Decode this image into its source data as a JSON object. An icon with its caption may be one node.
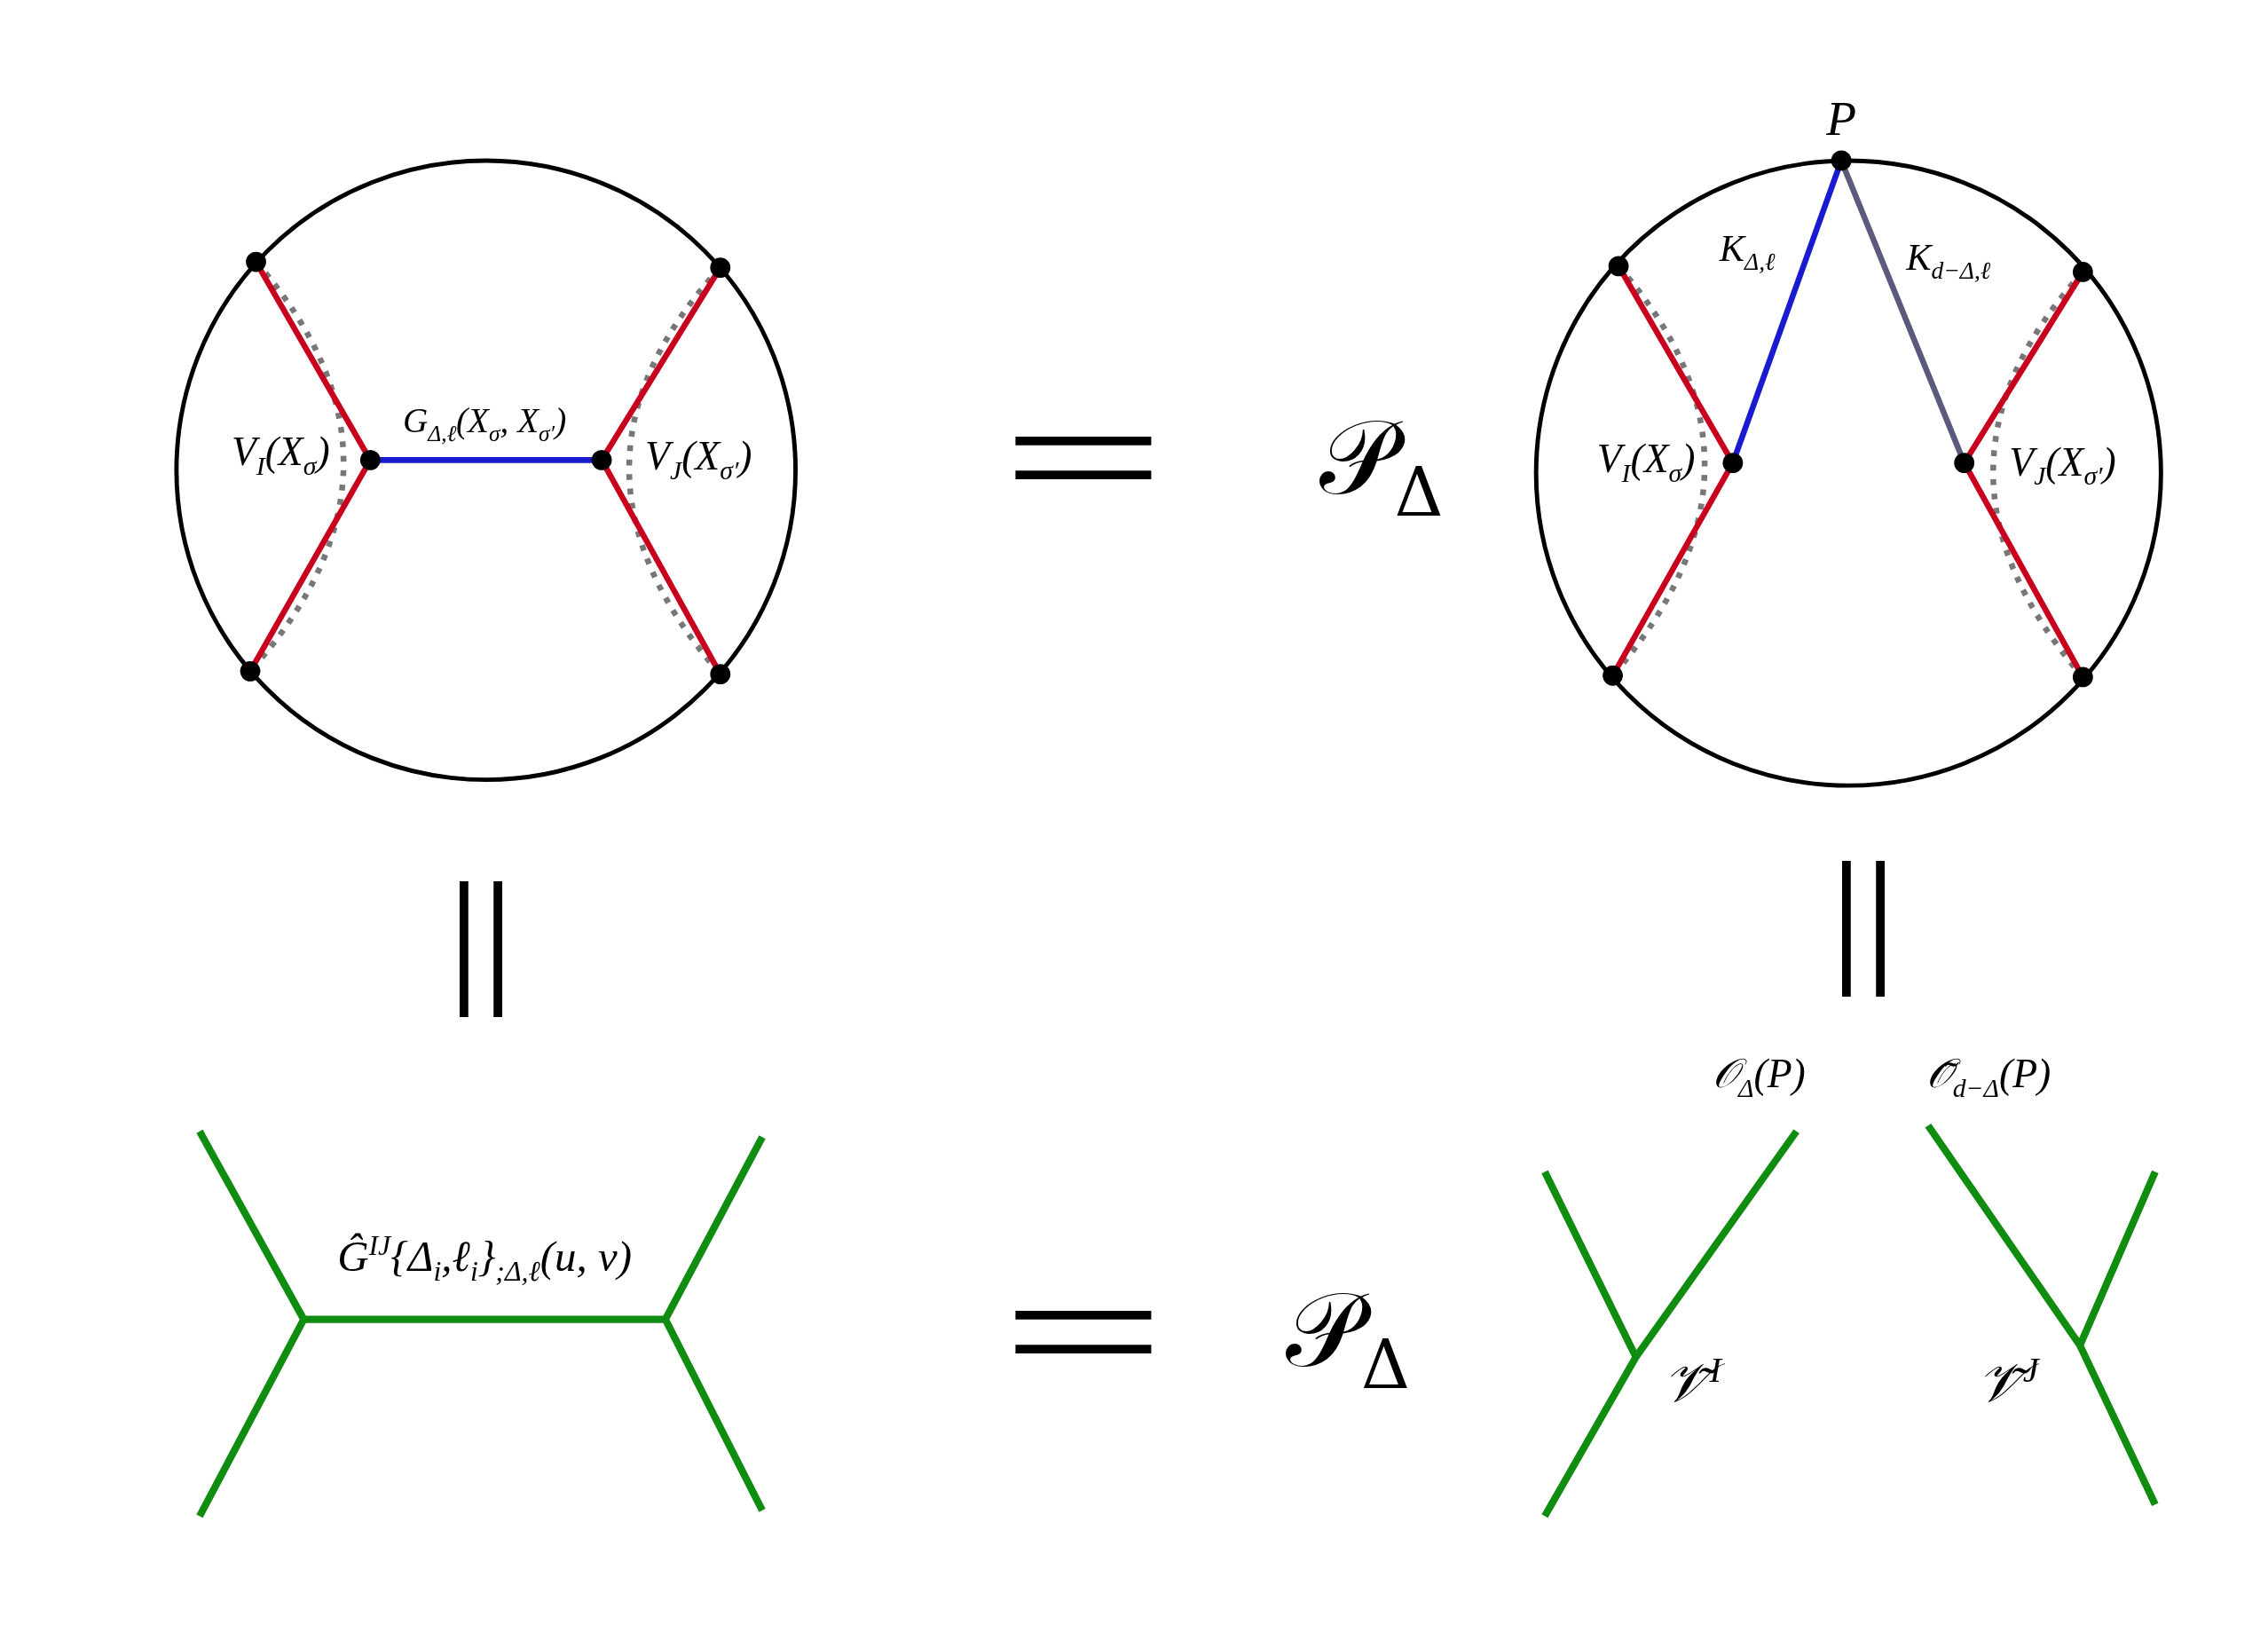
{
  "diagram": {
    "labels": [
      "P",
      "K$_{Δ,ℓ}$",
      "K$_{d−Δ,ℓ}$",
      "V$_{I}$(X$_{σ}$)",
      "G$_{Δ,ℓ}$(X$_{σ}$, X$_{σ′}$)",
      "V$_{J}$(X$_{σ′}$)",
      "=",
      "𝒫$_{Δ}$",
      "V$_{I}$(X$_{σ}$)",
      "V$_{J}$(X$_{σ′}$)",
      "=",
      "=",
      "𝒪$_{Δ}$(P)",
      "𝒪̃$_{d−Δ}$(P)",
      "Ĝ$^{IJ}${Δ$_{i}$,ℓ$_{i}$}$_{;Δ,ℓ}$(u, v)",
      "=",
      "𝒫$_{Δ}$",
      "𝒱̃$^{I}$",
      "𝒱̃$^{J}$"
    ]
  }
}
